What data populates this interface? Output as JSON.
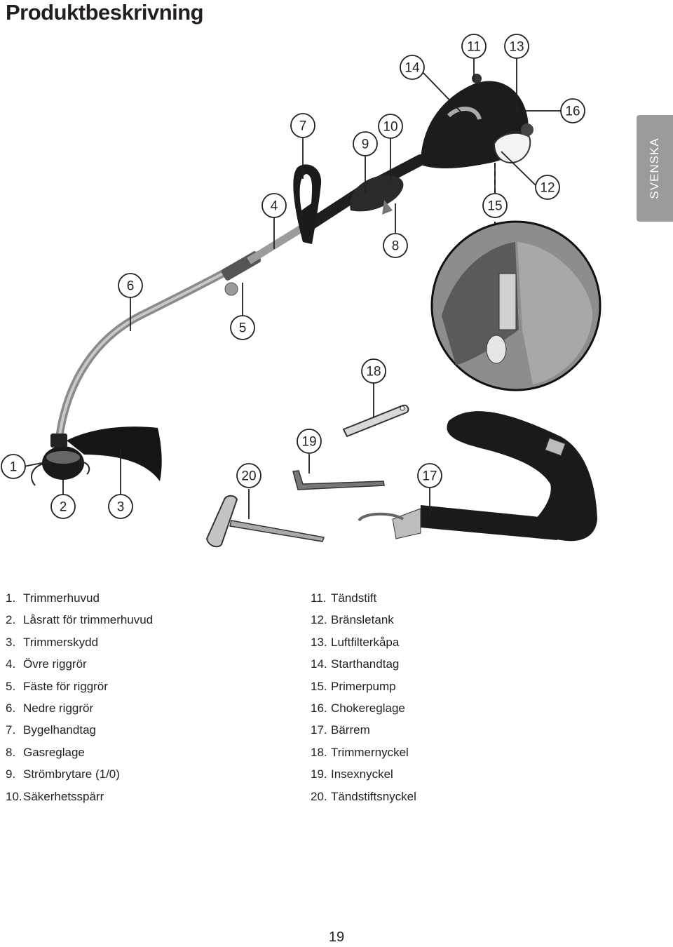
{
  "page_title": "Produktbeskrivning",
  "side_tab": "SVENSKA",
  "callouts": [
    "1",
    "2",
    "3",
    "4",
    "5",
    "6",
    "7",
    "8",
    "9",
    "10",
    "11",
    "12",
    "13",
    "14",
    "15",
    "16",
    "17",
    "18",
    "19",
    "20"
  ],
  "parts_left": [
    {
      "num": "1.",
      "name": "Trimmerhuvud"
    },
    {
      "num": "2.",
      "name": "Låsratt för trimmerhuvud"
    },
    {
      "num": "3.",
      "name": "Trimmerskydd"
    },
    {
      "num": "4.",
      "name": "Övre riggrör"
    },
    {
      "num": "5.",
      "name": "Fäste för riggrör"
    },
    {
      "num": "6.",
      "name": "Nedre riggrör"
    },
    {
      "num": "7.",
      "name": "Bygelhandtag"
    },
    {
      "num": "8.",
      "name": "Gasreglage"
    },
    {
      "num": "9.",
      "name": "Strömbrytare (1/0)"
    },
    {
      "num": "10.",
      "name": "Säkerhetsspärr"
    }
  ],
  "parts_right": [
    {
      "num": "11.",
      "name": "Tändstift"
    },
    {
      "num": "12.",
      "name": "Bränsletank"
    },
    {
      "num": "13.",
      "name": "Luftfilterkåpa"
    },
    {
      "num": "14.",
      "name": "Starthandtag"
    },
    {
      "num": "15.",
      "name": "Primerpump"
    },
    {
      "num": "16.",
      "name": "Chokereglage"
    },
    {
      "num": "17.",
      "name": "Bärrem"
    },
    {
      "num": "18.",
      "name": "Trimmernyckel"
    },
    {
      "num": "19.",
      "name": "Insexnyckel"
    },
    {
      "num": "20.",
      "name": "Tändstiftsnyckel"
    }
  ],
  "page_number": "19"
}
